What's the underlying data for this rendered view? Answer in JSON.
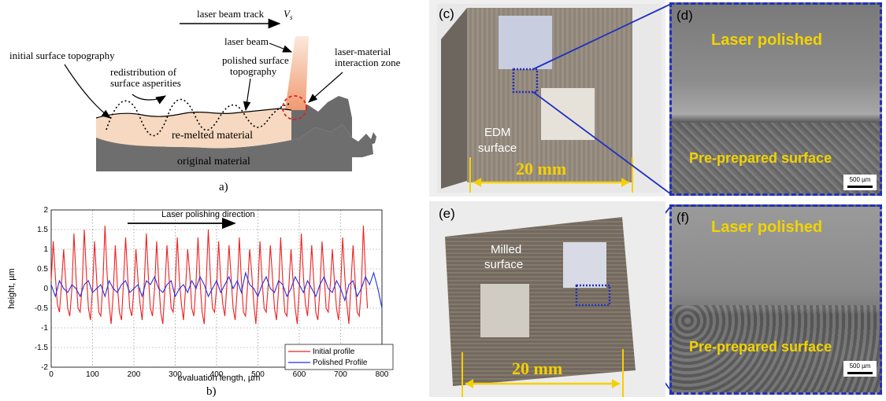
{
  "panel_a": {
    "caption": "a)",
    "labels": {
      "beam_track": "laser beam track",
      "velocity": "V",
      "velocity_sub": "s",
      "laser_beam": "laser beam",
      "initial_topo": "initial surface topography",
      "redistribution_1": "redistribution of",
      "redistribution_2": "surface asperities",
      "polished_topo_1": "polished surface",
      "polished_topo_2": "topography",
      "interaction_1": "laser-material",
      "interaction_2": "interaction zone",
      "remelted": "re-melted material",
      "original": "original material"
    },
    "colors": {
      "remelted": "#f6d9c0",
      "original": "#6e6e6e",
      "beam": "#f2a07a",
      "zone": "#e02020"
    }
  },
  "panel_b": {
    "caption": "b)",
    "annotation": "Laser polishing direction",
    "chart_data": {
      "type": "line",
      "xlabel": "evaluation length, µm",
      "ylabel": "height, µm",
      "xlim": [
        0,
        800
      ],
      "ylim": [
        -2,
        2
      ],
      "xticks": [
        0,
        100,
        200,
        300,
        400,
        500,
        600,
        700,
        800
      ],
      "yticks": [
        2,
        1.5,
        1,
        0.5,
        0,
        -0.5,
        -1,
        -1.5,
        -2
      ],
      "ytick_labels": [
        "2",
        "1.5",
        "1",
        "0.5",
        "0",
        "-0.5",
        "-1",
        "-1.5",
        "-2"
      ],
      "grid": true,
      "legend_position": "bottom-right",
      "series": [
        {
          "name": "Initial profile",
          "color": "#ee2020",
          "x": [
            0,
            5,
            10,
            15,
            20,
            25,
            30,
            35,
            40,
            45,
            50,
            55,
            60,
            65,
            70,
            75,
            80,
            85,
            90,
            95,
            100,
            105,
            110,
            115,
            120,
            125,
            130,
            135,
            140,
            145,
            150,
            155,
            160,
            165,
            170,
            175,
            180,
            185,
            190,
            195,
            200,
            205,
            210,
            215,
            220,
            225,
            230,
            235,
            240,
            245,
            250,
            255,
            260,
            265,
            270,
            275,
            280,
            285,
            290,
            295,
            300,
            305,
            310,
            315,
            320,
            325,
            330,
            335,
            340,
            345,
            350,
            355,
            360,
            365,
            370,
            375,
            380,
            385,
            390,
            395,
            400,
            405,
            410,
            415,
            420,
            425,
            430,
            435,
            440,
            445,
            450,
            455,
            460,
            465,
            470,
            475,
            480,
            485,
            490,
            495,
            500,
            505,
            510,
            515,
            520,
            525,
            530,
            535,
            540,
            545,
            550,
            555,
            560,
            565,
            570,
            575,
            580,
            585,
            590,
            595,
            600,
            605,
            610,
            615,
            620,
            625,
            630,
            635,
            640,
            645,
            650,
            655,
            660,
            665,
            670,
            675,
            680,
            685,
            690,
            695,
            700,
            705,
            710,
            715,
            720,
            725,
            730,
            735,
            740,
            745,
            750,
            755,
            760,
            765,
            770,
            775,
            780,
            785,
            790,
            795,
            800
          ],
          "y": [
            0.2,
            1.2,
            0.3,
            -0.4,
            -0.6,
            0.1,
            1.0,
            0.2,
            -0.5,
            -0.7,
            0.0,
            1.4,
            0.3,
            -0.5,
            -0.6,
            0.1,
            1.5,
            0.4,
            -0.5,
            -0.8,
            0.0,
            1.2,
            0.2,
            -0.6,
            -0.7,
            0.1,
            1.6,
            0.4,
            -0.4,
            -0.9,
            -0.1,
            1.1,
            0.1,
            -0.6,
            -0.8,
            0.2,
            1.3,
            0.3,
            -0.5,
            -0.7,
            0.0,
            1.0,
            0.2,
            -0.4,
            -0.8,
            0.1,
            1.4,
            0.3,
            -0.5,
            -0.7,
            0.0,
            1.2,
            0.2,
            -0.6,
            -0.9,
            0.0,
            1.1,
            0.3,
            -0.5,
            -0.6,
            0.1,
            1.3,
            0.2,
            -0.4,
            -0.8,
            0.0,
            1.0,
            0.4,
            -0.5,
            -0.7,
            0.1,
            1.3,
            0.2,
            -0.6,
            -0.9,
            0.2,
            1.5,
            0.3,
            -0.5,
            -0.6,
            0.0,
            1.2,
            0.2,
            -0.4,
            -0.7,
            0.1,
            1.1,
            0.3,
            -0.5,
            -0.8,
            0.0,
            1.3,
            0.2,
            -0.6,
            -0.7,
            0.1,
            1.0,
            0.4,
            -0.4,
            -0.9,
            0.0,
            1.2,
            0.2,
            -0.5,
            -0.6,
            0.1,
            1.1,
            0.3,
            -0.5,
            -0.8,
            0.0,
            1.3,
            0.2,
            -0.6,
            -0.7,
            0.1,
            1.0,
            0.2,
            -0.5,
            -0.9,
            0.0,
            1.4,
            0.3,
            -0.4,
            -0.7,
            0.1,
            1.1,
            0.2,
            -0.6,
            -0.8,
            0.0,
            1.2,
            0.4,
            -0.5,
            -0.6,
            0.1,
            1.0,
            0.2,
            -0.5,
            -0.8,
            0.0,
            1.3,
            0.3,
            -0.4,
            -0.9,
            0.1,
            1.1,
            0.2,
            -0.6,
            -0.7,
            0.0,
            1.6,
            0.4,
            -0.5
          ]
        },
        {
          "name": "Polished Profile",
          "color": "#2030e0",
          "x": [
            0,
            10,
            20,
            30,
            40,
            50,
            60,
            70,
            80,
            90,
            100,
            110,
            120,
            130,
            140,
            150,
            160,
            170,
            180,
            190,
            200,
            210,
            220,
            230,
            240,
            250,
            260,
            270,
            280,
            290,
            300,
            310,
            320,
            330,
            340,
            350,
            360,
            370,
            380,
            390,
            400,
            410,
            420,
            430,
            440,
            450,
            460,
            470,
            480,
            490,
            500,
            510,
            520,
            530,
            540,
            550,
            560,
            570,
            580,
            590,
            600,
            610,
            620,
            630,
            640,
            650,
            660,
            670,
            680,
            690,
            700,
            710,
            720,
            730,
            740,
            750,
            760,
            770,
            780,
            790,
            800
          ],
          "y": [
            0.1,
            -0.2,
            0.2,
            0.0,
            -0.1,
            0.1,
            0.0,
            -0.2,
            0.1,
            0.2,
            -0.1,
            0.0,
            0.1,
            -0.2,
            0.2,
            0.0,
            -0.1,
            0.1,
            0.2,
            -0.1,
            0.0,
            0.1,
            -0.2,
            0.2,
            0.1,
            0.3,
            0.0,
            -0.1,
            0.1,
            0.2,
            -0.2,
            0.0,
            0.1,
            -0.1,
            0.2,
            0.0,
            0.3,
            0.1,
            -0.2,
            0.0,
            0.2,
            -0.1,
            0.1,
            0.3,
            0.0,
            0.2,
            -0.1,
            0.4,
            0.1,
            0.0,
            -0.2,
            0.1,
            0.3,
            0.0,
            -0.1,
            0.2,
            0.1,
            -0.2,
            0.0,
            0.3,
            0.1,
            -0.1,
            0.2,
            0.0,
            -0.2,
            0.1,
            0.3,
            0.0,
            -0.1,
            0.2,
            0.0,
            -0.3,
            0.1,
            0.2,
            -0.2,
            0.0,
            0.3,
            0.1,
            0.4,
            0.0,
            -0.5
          ]
        }
      ]
    }
  },
  "panel_c": {
    "tag": "(c)",
    "text_1": "EDM",
    "text_2": "surface",
    "scale": "20 mm"
  },
  "panel_d": {
    "tag": "(d)",
    "top_label": "Laser polished",
    "bottom_label": "Pre-prepared surface",
    "scalebar": "500 µm"
  },
  "panel_e": {
    "tag": "(e)",
    "text_1": "Milled",
    "text_2": "surface",
    "scale": "20 mm"
  },
  "panel_f": {
    "tag": "(f)",
    "top_label": "Laser polished",
    "bottom_label": "Pre-prepared surface",
    "scalebar": "500 µm"
  },
  "colors": {
    "label_yellow": "#f2d300",
    "dash_blue": "#2030c0",
    "scale_yellow": "#f5d000"
  }
}
